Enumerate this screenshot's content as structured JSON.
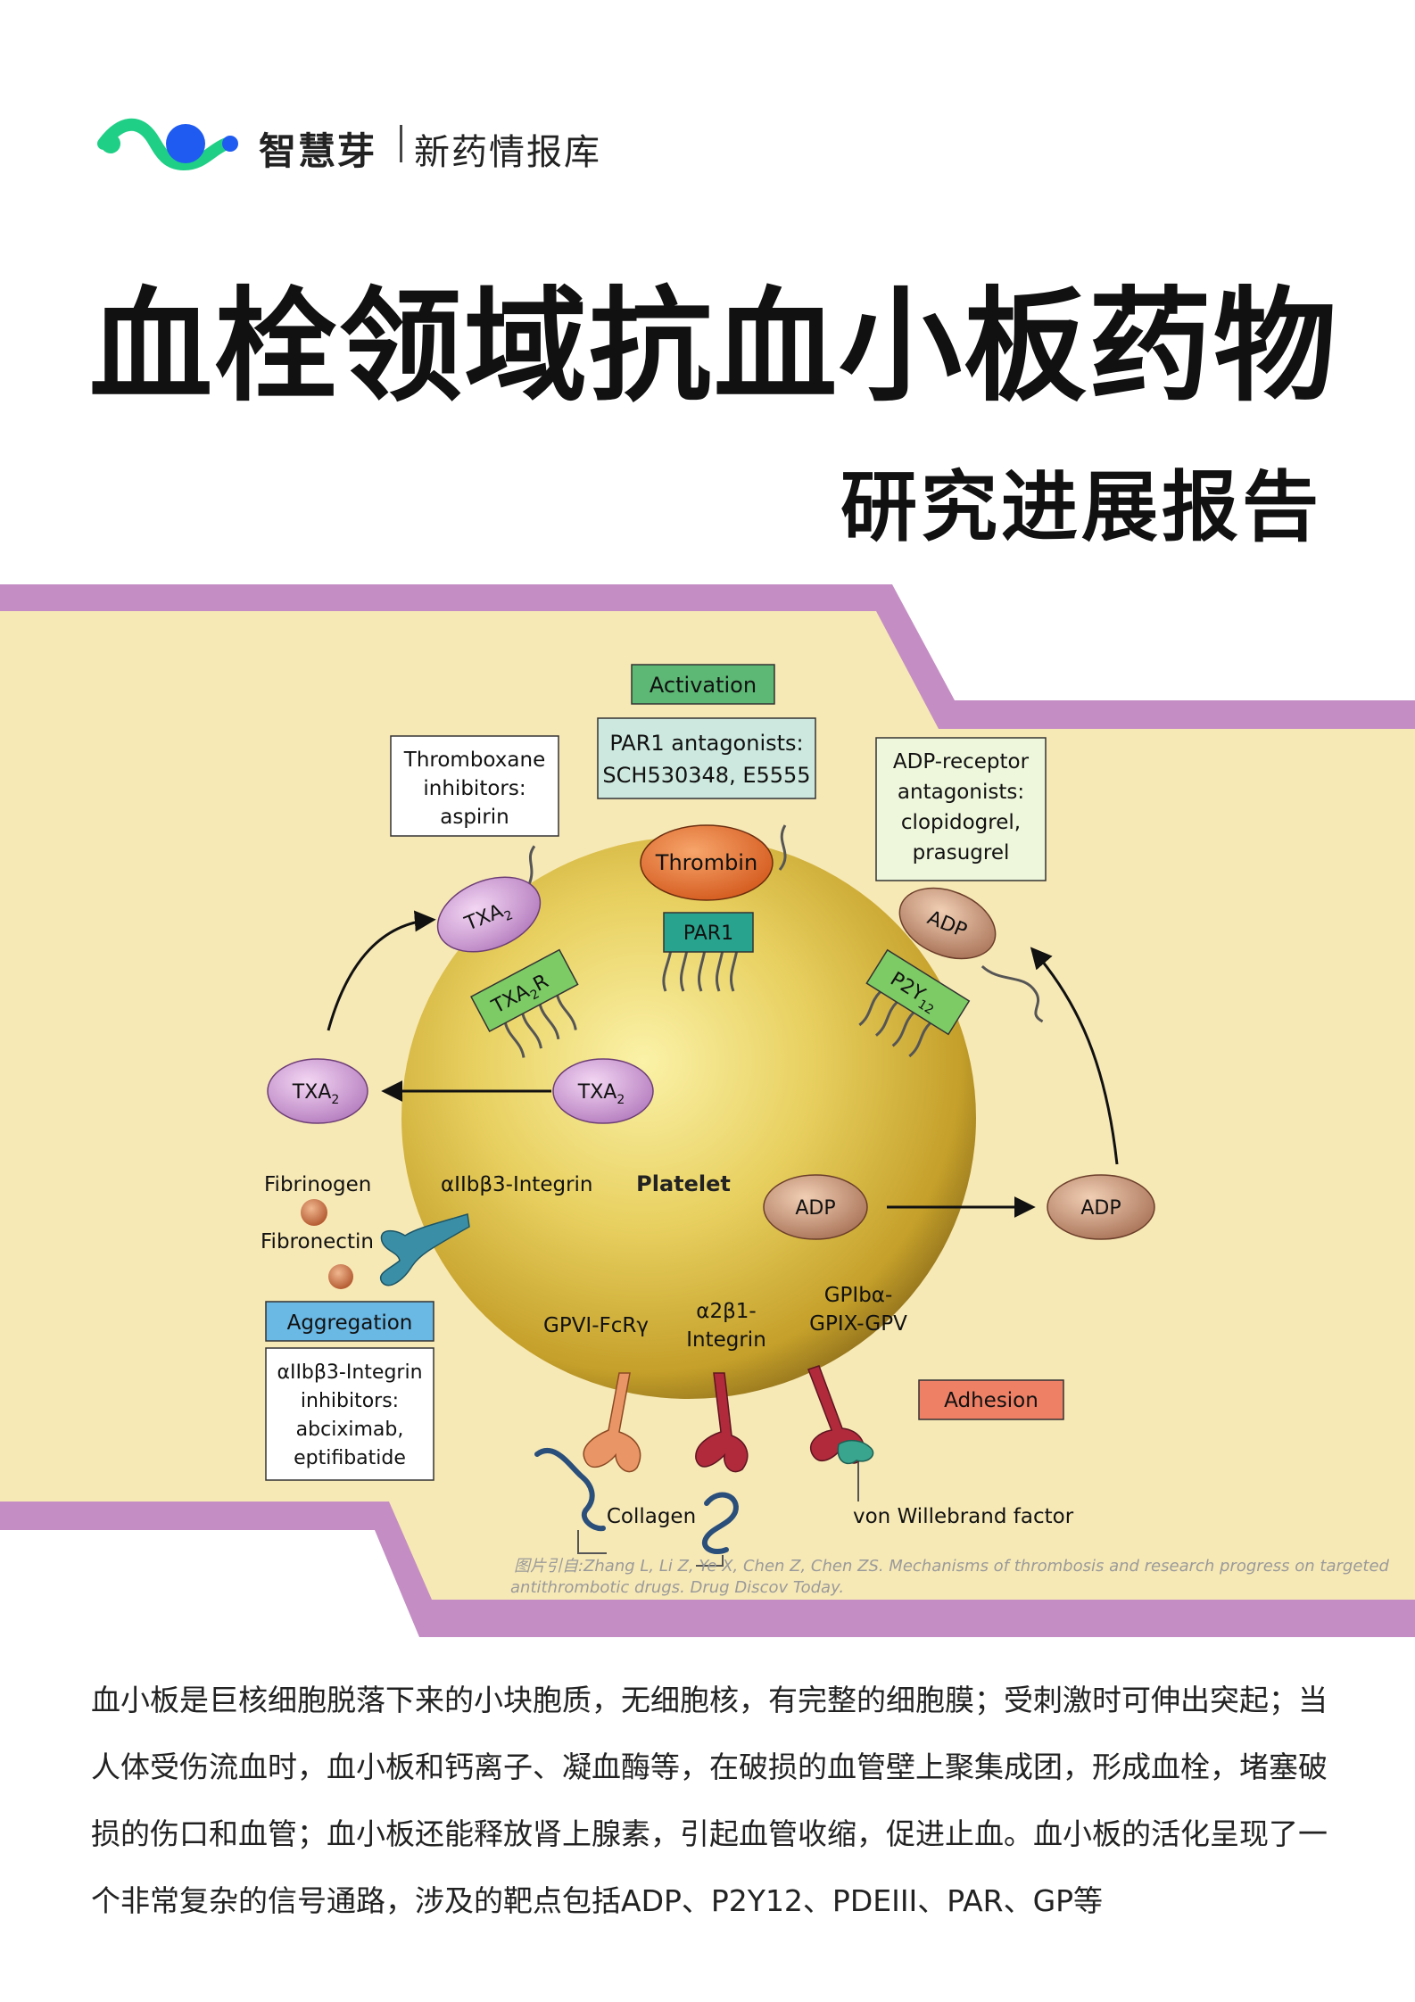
{
  "header": {
    "brand_name": "智慧芽",
    "brand_sub": "新药情报库",
    "logo_colors": {
      "green": "#1fcf86",
      "blue": "#1f5bf0"
    }
  },
  "title": "血栓领域抗血小板药物",
  "subtitle": "研究进展报告",
  "figure": {
    "colors": {
      "background": "#f7e9b6",
      "band": "#c48ec4",
      "platelet": "#c9a92e"
    },
    "activation_label": "Activation",
    "par1_box": [
      "PAR1 antagonists:",
      "SCH530348, E5555"
    ],
    "thromboxane_box": [
      "Thromboxane",
      "inhibitors:",
      "aspirin"
    ],
    "adp_receptor_box": [
      "ADP-receptor",
      "antagonists:",
      "clopidogrel,",
      "prasugrel"
    ],
    "thrombin": "Thrombin",
    "par1_receptor": "PAR1",
    "txa2": "TXA",
    "txa2_sub": "2",
    "txa2r": "TXA",
    "txa2r_sub": "2",
    "txa2r_tail": "R",
    "adp": "ADP",
    "p2y12": "P2Y",
    "p2y12_sub": "12",
    "platelet": "Platelet",
    "fibrinogen": "Fibrinogen",
    "fibronectin": "Fibronectin",
    "alpha_iib_integrin": "αIIbβ3-Integrin",
    "aggregation_label": "Aggregation",
    "aggregation_box": [
      "αIIbβ3-Integrin",
      "inhibitors:",
      "abciximab,",
      "eptifibatide"
    ],
    "gpvi": "GPVI-FcRγ",
    "a2b1_integrin": [
      "α2β1-",
      "Integrin"
    ],
    "gpib": [
      "GPIbα-",
      "GPIX-GPV"
    ],
    "adhesion_label": "Adhesion",
    "collagen": "Collagen",
    "vwf": "von Willebrand factor",
    "caption_line1": "图片引自:Zhang L, Li Z, Ye X, Chen Z, Chen ZS. Mechanisms of thrombosis and research progress on targeted",
    "caption_line2": "antithrombotic drugs. Drug Discov Today."
  },
  "body_text": "血小板是巨核细胞脱落下来的小块胞质，无细胞核，有完整的细胞膜；受刺激时可伸出突起；当人体受伤流血时，血小板和钙离子、凝血酶等，在破损的血管壁上聚集成团，形成血栓，堵塞破损的伤口和血管；血小板还能释放肾上腺素，引起血管收缩，促进止血。血小板的活化呈现了一个非常复杂的信号通路，涉及的靶点包括ADP、P2Y12、PDEIII、PAR、GP等"
}
